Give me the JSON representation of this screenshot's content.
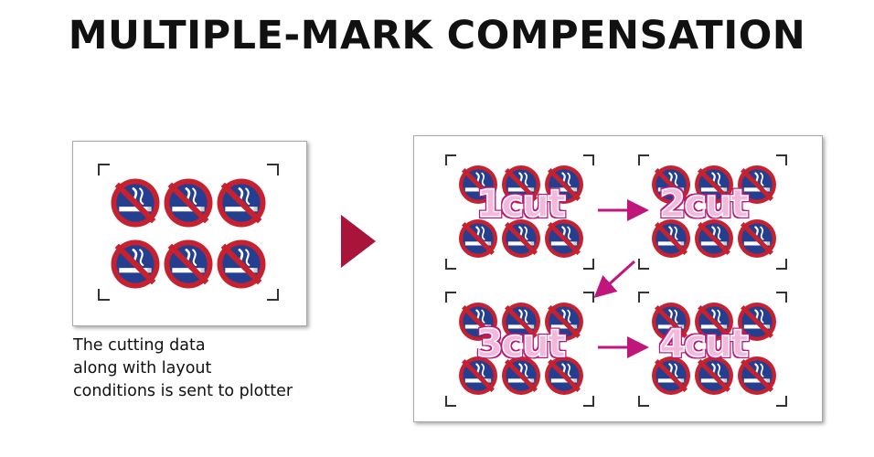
{
  "title": "MULTIPLE-MARK COMPENSATION",
  "caption": {
    "line1": "The cutting data",
    "line2": "along with layout",
    "line3": "conditions is sent to plotter"
  },
  "cuts": [
    {
      "label": "1cut"
    },
    {
      "label": "2cut"
    },
    {
      "label": "3cut"
    },
    {
      "label": "4cut"
    }
  ],
  "colors": {
    "sign_red": "#c7202f",
    "sign_blue": "#243f8f",
    "flow_arrow": "#c0157a",
    "big_arrow": "#a8143a",
    "register_marks": "#333333"
  },
  "icons": {
    "sign": "no-smoking-sign-icon",
    "register_mark": "registration-mark-icon",
    "arrow": "right-triangle-arrow-icon"
  }
}
